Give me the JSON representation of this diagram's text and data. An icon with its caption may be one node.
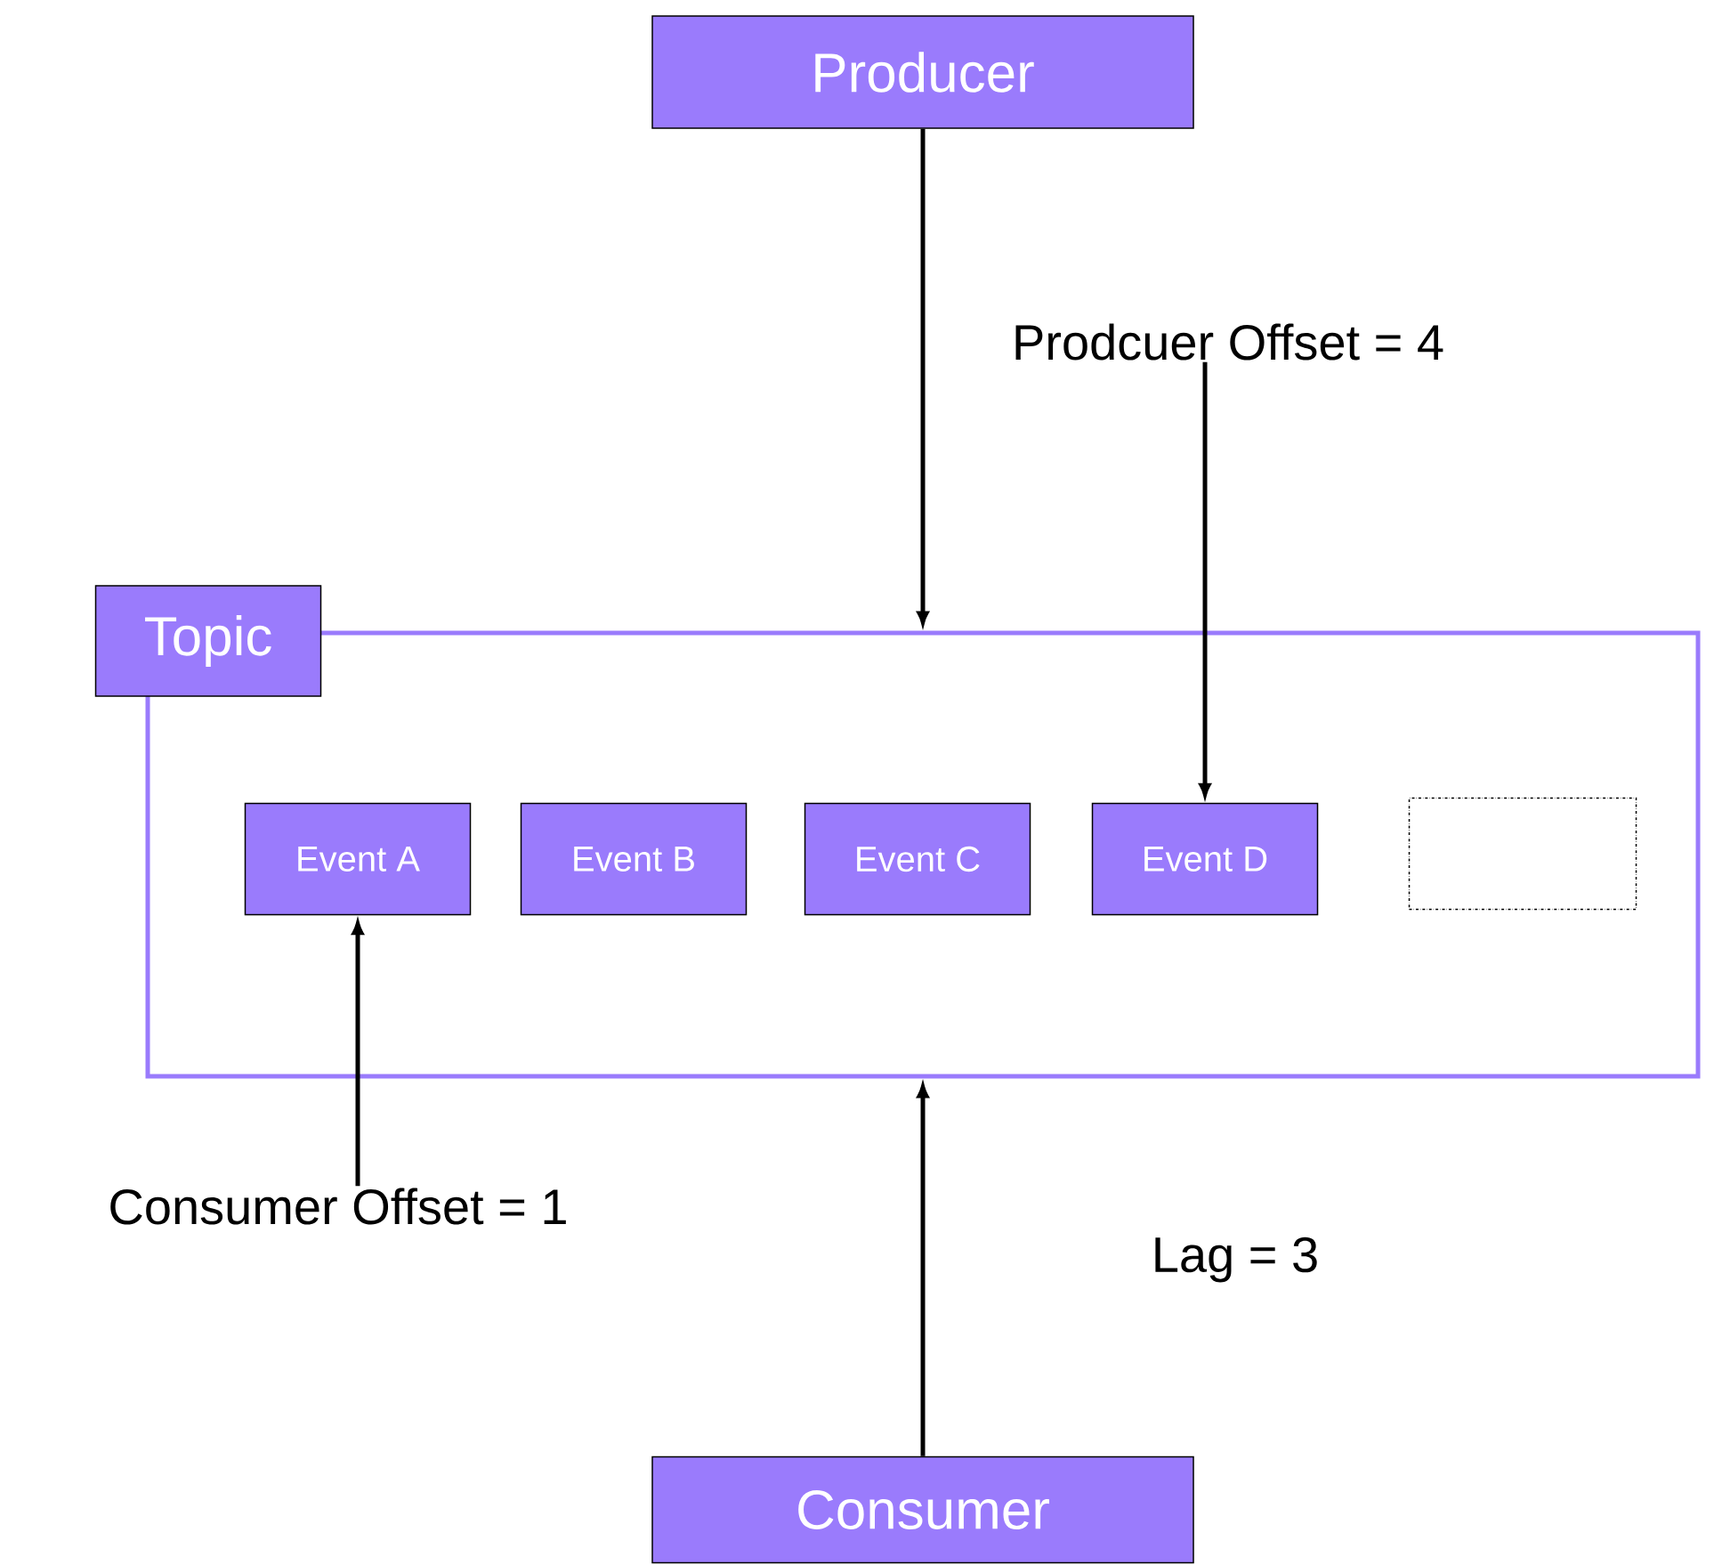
{
  "diagram": {
    "nodes": [
      {
        "text": [
          "Producer"
        ]
      },
      {
        "text": [
          "Topic"
        ]
      },
      {
        "text": [],
        "shape": "box"
      },
      {
        "text": [
          "Event A"
        ],
        "in": 2
      },
      {
        "text": [
          "Event B"
        ],
        "in": 2
      },
      {
        "text": [
          "Event C"
        ],
        "in": 2
      },
      {
        "text": [
          "Event D"
        ],
        "in": 2
      },
      {
        "text": [],
        "shape": "dashed-box",
        "in": 2
      },
      {
        "text": [
          "Prodcuer Offset = 4"
        ]
      },
      {
        "text": [
          "Consumer Offset = 1"
        ]
      },
      {
        "text": [
          "Consumer"
        ]
      }
    ],
    "edges": [
      {
        "from": 0,
        "to": 2,
        "arrow": "to"
      },
      {
        "from": 8,
        "to": 6,
        "arrow": "to"
      },
      {
        "from": 9,
        "to": 3,
        "arrow": "to"
      },
      {
        "from": 10,
        "to": 2,
        "arrow": "to"
      }
    ],
    "labels": [
      "Lag = 3"
    ]
  }
}
